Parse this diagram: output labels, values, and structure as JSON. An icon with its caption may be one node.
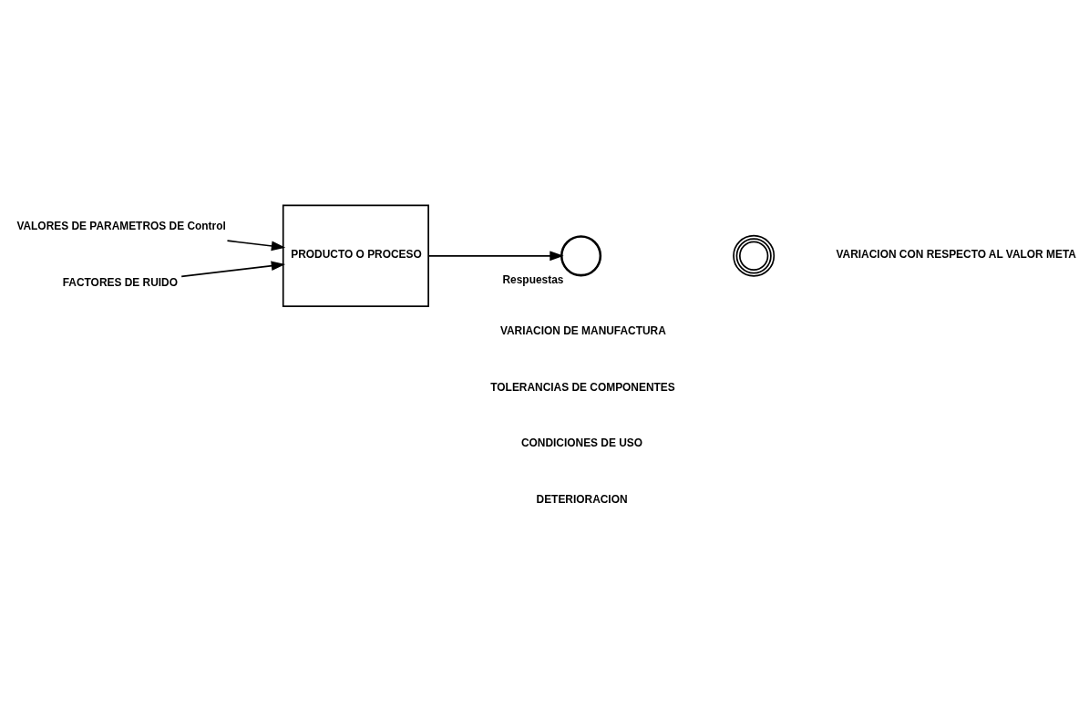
{
  "diagram": {
    "nodes": [
      {
        "text": [
          "VALORES DE PARAMETROS DE Control"
        ]
      },
      {
        "text": [
          "FACTORES DE RUIDO"
        ]
      },
      {
        "text": [
          "PRODUCTO O PROCESO"
        ]
      },
      {
        "text": [],
        "shape": "circle",
        "beside": [
          "Respuestas"
        ]
      },
      {
        "text": [],
        "shape": "circle"
      }
    ],
    "edges": [
      {
        "from": 0,
        "to": 2,
        "arrow": "to"
      },
      {
        "from": 1,
        "to": 2,
        "arrow": "to"
      },
      {
        "from": 2,
        "to": 3,
        "arrow": "to"
      }
    ],
    "labels": [
      "VARIACION CON RESPECTO AL VALOR META",
      "VARIACION DE MANUFACTURA",
      "TOLERANCIAS DE COMPONENTES",
      "CONDICIONES DE USO",
      "DETERIORACION"
    ]
  }
}
